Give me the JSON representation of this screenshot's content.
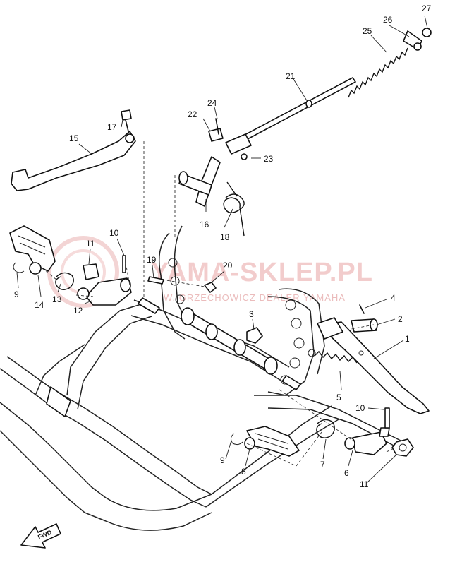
{
  "watermark": {
    "main": "YAMA-SKLEP.PL",
    "sub": "W. GRZECHOWICZ DEALER YAMAHA",
    "brand_color": "#e06b6b"
  },
  "fwd_label": "FWD",
  "part_labels": [
    {
      "id": "p27",
      "text": "27"
    },
    {
      "id": "p26",
      "text": "26"
    },
    {
      "id": "p25",
      "text": "25"
    },
    {
      "id": "p21",
      "text": "21"
    },
    {
      "id": "p24",
      "text": "24"
    },
    {
      "id": "p22",
      "text": "22"
    },
    {
      "id": "p23",
      "text": "23"
    },
    {
      "id": "p17",
      "text": "17"
    },
    {
      "id": "p15",
      "text": "15"
    },
    {
      "id": "p16",
      "text": "16"
    },
    {
      "id": "p18",
      "text": "18"
    },
    {
      "id": "p10a",
      "text": "10"
    },
    {
      "id": "p11a",
      "text": "11"
    },
    {
      "id": "p19",
      "text": "19"
    },
    {
      "id": "p20",
      "text": "20"
    },
    {
      "id": "p9a",
      "text": "9"
    },
    {
      "id": "p14",
      "text": "14"
    },
    {
      "id": "p13",
      "text": "13"
    },
    {
      "id": "p12",
      "text": "12"
    },
    {
      "id": "p4",
      "text": "4"
    },
    {
      "id": "p2",
      "text": "2"
    },
    {
      "id": "p3",
      "text": "3"
    },
    {
      "id": "p1",
      "text": "1"
    },
    {
      "id": "p5",
      "text": "5"
    },
    {
      "id": "p10b",
      "text": "10"
    },
    {
      "id": "p9b",
      "text": "9"
    },
    {
      "id": "p8",
      "text": "8"
    },
    {
      "id": "p7",
      "text": "7"
    },
    {
      "id": "p6",
      "text": "6"
    },
    {
      "id": "p11b",
      "text": "11"
    }
  ]
}
